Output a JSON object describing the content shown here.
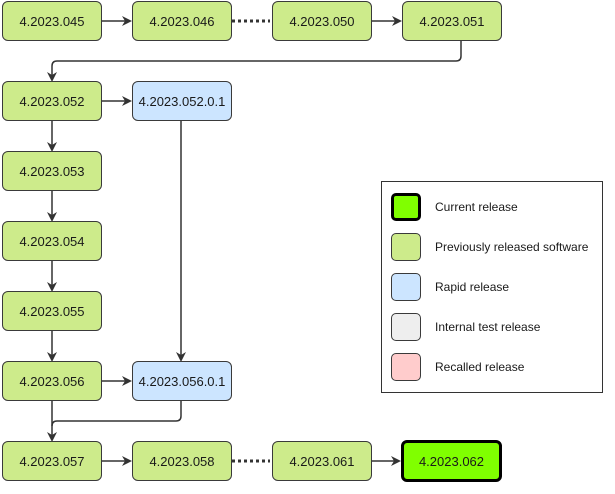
{
  "nodes": {
    "v4_2023_045": "4.2023.045",
    "v4_2023_046": "4.2023.046",
    "v4_2023_050": "4.2023.050",
    "v4_2023_051": "4.2023.051",
    "v4_2023_052": "4.2023.052",
    "v4_2023_052_0_1": "4.2023.052.0.1",
    "v4_2023_053": "4.2023.053",
    "v4_2023_054": "4.2023.054",
    "v4_2023_055": "4.2023.055",
    "v4_2023_056": "4.2023.056",
    "v4_2023_056_0_1": "4.2023.056.0.1",
    "v4_2023_057": "4.2023.057",
    "v4_2023_058": "4.2023.058",
    "v4_2023_061": "4.2023.061",
    "v4_2023_062": "4.2023.062"
  },
  "node_types": {
    "v4_2023_045": "previous",
    "v4_2023_046": "previous",
    "v4_2023_050": "previous",
    "v4_2023_051": "previous",
    "v4_2023_052": "previous",
    "v4_2023_052_0_1": "rapid",
    "v4_2023_053": "previous",
    "v4_2023_054": "previous",
    "v4_2023_055": "previous",
    "v4_2023_056": "previous",
    "v4_2023_056_0_1": "rapid",
    "v4_2023_057": "previous",
    "v4_2023_058": "previous",
    "v4_2023_061": "previous",
    "v4_2023_062": "current"
  },
  "edges": [
    {
      "from": "v4_2023_045",
      "to": "v4_2023_046",
      "style": "solid"
    },
    {
      "from": "v4_2023_046",
      "to": "v4_2023_050",
      "style": "dotted"
    },
    {
      "from": "v4_2023_050",
      "to": "v4_2023_051",
      "style": "solid"
    },
    {
      "from": "v4_2023_051",
      "to": "v4_2023_052",
      "style": "solid"
    },
    {
      "from": "v4_2023_052",
      "to": "v4_2023_052_0_1",
      "style": "solid"
    },
    {
      "from": "v4_2023_052",
      "to": "v4_2023_053",
      "style": "solid"
    },
    {
      "from": "v4_2023_052_0_1",
      "to": "v4_2023_056_0_1",
      "style": "solid"
    },
    {
      "from": "v4_2023_053",
      "to": "v4_2023_054",
      "style": "solid"
    },
    {
      "from": "v4_2023_054",
      "to": "v4_2023_055",
      "style": "solid"
    },
    {
      "from": "v4_2023_055",
      "to": "v4_2023_056",
      "style": "solid"
    },
    {
      "from": "v4_2023_056",
      "to": "v4_2023_056_0_1",
      "style": "solid"
    },
    {
      "from": "v4_2023_056",
      "to": "v4_2023_057",
      "style": "solid"
    },
    {
      "from": "v4_2023_056_0_1",
      "to": "v4_2023_057",
      "style": "solid"
    },
    {
      "from": "v4_2023_057",
      "to": "v4_2023_058",
      "style": "solid"
    },
    {
      "from": "v4_2023_058",
      "to": "v4_2023_061",
      "style": "dotted"
    },
    {
      "from": "v4_2023_061",
      "to": "v4_2023_062",
      "style": "solid"
    }
  ],
  "legend": {
    "items": [
      {
        "label": "Current release",
        "color": "#80ff00"
      },
      {
        "label": "Previously released software",
        "color": "#cdeb8b"
      },
      {
        "label": "Rapid release",
        "color": "#cce5ff"
      },
      {
        "label": "Internal test release",
        "color": "#eeeeee"
      },
      {
        "label": "Recalled release",
        "color": "#ffcccc"
      }
    ]
  },
  "colors": {
    "previous": "#cdeb8b",
    "rapid": "#cce5ff",
    "current": "#80ff00",
    "internal_test": "#eeeeee",
    "recalled": "#ffcccc",
    "border": "#3a3a3a",
    "arrow": "#333333"
  }
}
